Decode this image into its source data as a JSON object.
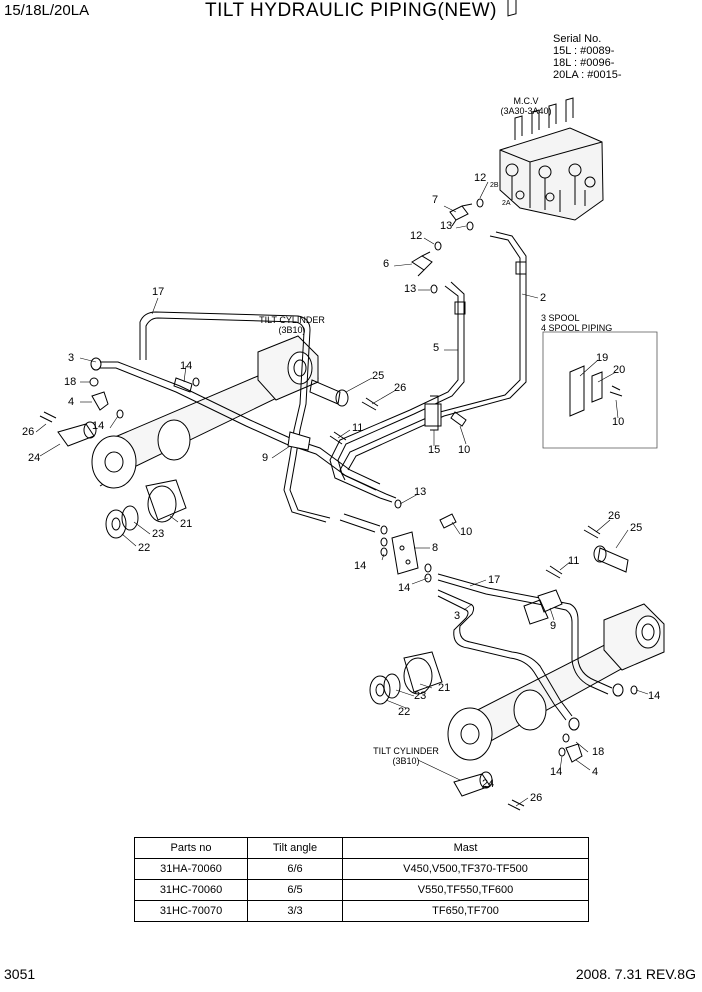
{
  "header": {
    "model": "15/18L/20LA",
    "title": "TILT HYDRAULIC PIPING(NEW)",
    "serial": [
      "Serial No.",
      "15L : #0089-",
      "18L : #0096-",
      "20LA : #0015-"
    ]
  },
  "labels": {
    "mcv": [
      "M.C.V",
      "(3A30-3A40)"
    ],
    "tilt_cyl_upper": [
      "TILT CYLINDER",
      "(3B10)"
    ],
    "tilt_cyl_lower": [
      "TILT CYLINDER",
      "(3B10)"
    ],
    "spool": [
      "3 SPOOL",
      "4 SPOOL PIPING"
    ],
    "port_2b": "2B",
    "port_2a": "2A"
  },
  "callouts": {
    "c1": "17",
    "c2": "3",
    "c3": "18",
    "c4": "4",
    "c5": "14",
    "c6": "26",
    "c7": "24",
    "c8": "14",
    "c9": "25",
    "c10": "26",
    "c11": "11",
    "c12": "9",
    "c13": "21",
    "c14": "23",
    "c15": "22",
    "c16": "12",
    "c17": "7",
    "c18": "13",
    "c19": "12",
    "c20": "6",
    "c21": "13",
    "c22": "2",
    "c23": "5",
    "c24": "15",
    "c25": "10",
    "c26": "19",
    "c27": "20",
    "c28": "10",
    "c29": "13",
    "c30": "8",
    "c31": "14",
    "c32": "14",
    "c33": "10",
    "c34": "17",
    "c35": "3",
    "c36": "9",
    "c37": "26",
    "c38": "25",
    "c39": "11",
    "c40": "21",
    "c41": "23",
    "c42": "22",
    "c43": "14",
    "c44": "18",
    "c45": "14",
    "c46": "4",
    "c47": "24",
    "c48": "26"
  },
  "table": {
    "headers": [
      "Parts no",
      "Tilt angle",
      "Mast"
    ],
    "rows": [
      [
        "31HA-70060",
        "6/6",
        "V450,V500,TF370-TF500"
      ],
      [
        "31HC-70060",
        "6/5",
        "V550,TF550,TF600"
      ],
      [
        "31HC-70070",
        "3/3",
        "TF650,TF700"
      ]
    ]
  },
  "footer": {
    "page": "3051",
    "revision": "2008. 7.31  REV.8G"
  }
}
